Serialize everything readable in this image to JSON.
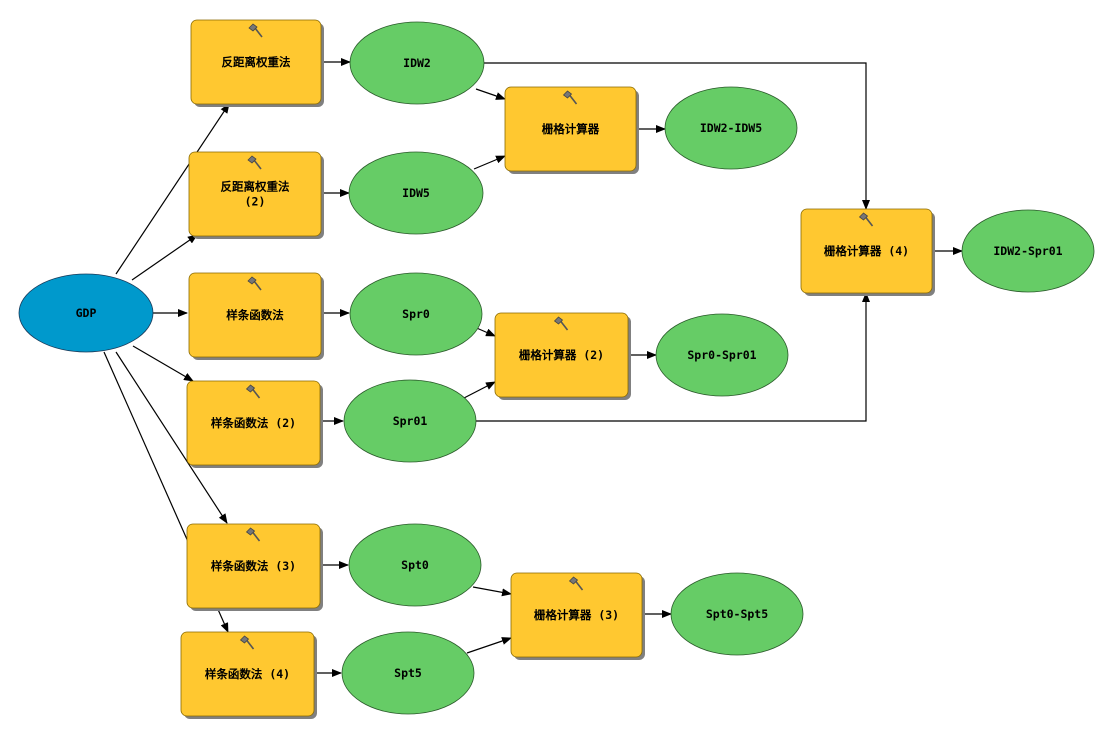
{
  "diagram": {
    "input": {
      "id": "gdp",
      "label": "GDP",
      "color": "#0099cc"
    },
    "tools": [
      {
        "id": "t1",
        "label_lines": [
          "反距离权重法"
        ]
      },
      {
        "id": "t2",
        "label_lines": [
          "反距离权重法",
          "(2)"
        ]
      },
      {
        "id": "t3",
        "label_lines": [
          "样条函数法"
        ]
      },
      {
        "id": "t4",
        "label_lines": [
          "样条函数法 (2)"
        ]
      },
      {
        "id": "t5",
        "label_lines": [
          "样条函数法 (3)"
        ]
      },
      {
        "id": "t6",
        "label_lines": [
          "样条函数法 (4)"
        ]
      },
      {
        "id": "rc1",
        "label_lines": [
          "栅格计算器"
        ]
      },
      {
        "id": "rc2",
        "label_lines": [
          "栅格计算器 (2)"
        ]
      },
      {
        "id": "rc3",
        "label_lines": [
          "栅格计算器 (3)"
        ]
      },
      {
        "id": "rc4",
        "label_lines": [
          "栅格计算器 (4)"
        ]
      }
    ],
    "outputs": [
      {
        "id": "idw2",
        "label": "IDW2"
      },
      {
        "id": "idw5",
        "label": "IDW5"
      },
      {
        "id": "spr0",
        "label": "Spr0"
      },
      {
        "id": "spr01",
        "label": "Spr01"
      },
      {
        "id": "spt0",
        "label": "Spt0"
      },
      {
        "id": "spt5",
        "label": "Spt5"
      },
      {
        "id": "idw2idw5",
        "label": "IDW2-IDW5"
      },
      {
        "id": "spr0spr01",
        "label": "Spr0-Spr01"
      },
      {
        "id": "spt0spt5",
        "label": "Spt0-Spt5"
      },
      {
        "id": "idw2spr01",
        "label": "IDW2-Spr01"
      }
    ],
    "edges": [
      [
        "gdp",
        "t1"
      ],
      [
        "gdp",
        "t2"
      ],
      [
        "gdp",
        "t3"
      ],
      [
        "gdp",
        "t4"
      ],
      [
        "gdp",
        "t5"
      ],
      [
        "gdp",
        "t6"
      ],
      [
        "t1",
        "idw2"
      ],
      [
        "t2",
        "idw5"
      ],
      [
        "t3",
        "spr0"
      ],
      [
        "t4",
        "spr01"
      ],
      [
        "t5",
        "spt0"
      ],
      [
        "t6",
        "spt5"
      ],
      [
        "idw2",
        "rc1"
      ],
      [
        "idw5",
        "rc1"
      ],
      [
        "rc1",
        "idw2idw5"
      ],
      [
        "spr0",
        "rc2"
      ],
      [
        "spr01",
        "rc2"
      ],
      [
        "rc2",
        "spr0spr01"
      ],
      [
        "spt0",
        "rc3"
      ],
      [
        "spt5",
        "rc3"
      ],
      [
        "rc3",
        "spt0spt5"
      ],
      [
        "idw2",
        "rc4"
      ],
      [
        "spr01",
        "rc4"
      ],
      [
        "rc4",
        "idw2spr01"
      ]
    ],
    "colors": {
      "tool_fill": "#ffc830",
      "output_fill": "#66cc66",
      "input_fill": "#0099cc",
      "shadow": "#808080"
    }
  }
}
